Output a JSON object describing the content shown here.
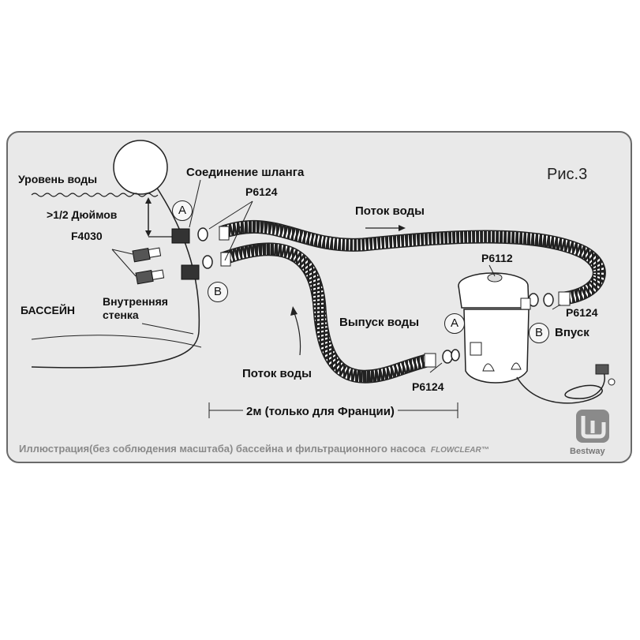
{
  "figure_label": "Рис.3",
  "labels": {
    "water_level": "Уровень воды",
    "depth": ">1/2 Дюймов",
    "hose_connection": "Соединение шланга",
    "part_p6124_top": "P6124",
    "part_f4030": "F4030",
    "pool": "БАССЕЙН",
    "inner_wall": "Внутренняя\nстенка",
    "flow_top": "Поток воды",
    "flow_bottom": "Поток воды",
    "part_p6112": "P6112",
    "part_p6124_right": "P6124",
    "outlet": "Выпуск воды",
    "inlet": "Впуск",
    "part_p6124_bottom": "P6124",
    "distance": "2м (только для Франции)"
  },
  "markers": {
    "a": "A",
    "b": "B"
  },
  "caption": "Иллюстрация(без соблюдения масштаба) бассейна и фильтрационного насоса",
  "caption_brand": "FLOWCLEAR™",
  "brand": "Bestway",
  "colors": {
    "frame_bg": "#e9e9e9",
    "frame_border": "#6a6a6a",
    "line": "#222222",
    "caption": "#8a8a8a"
  }
}
